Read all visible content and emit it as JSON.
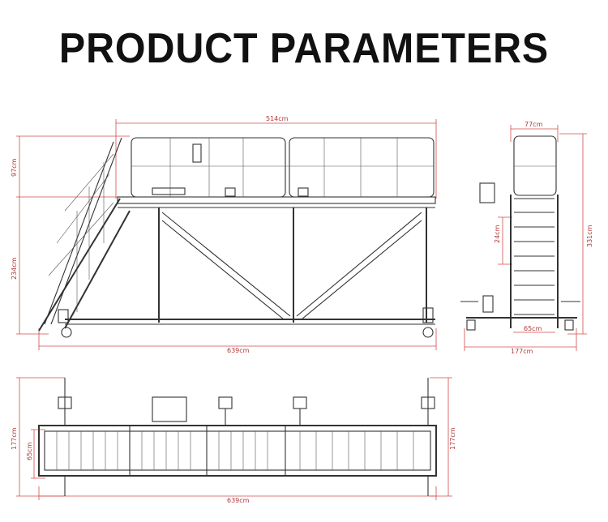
{
  "title": "PRODUCT PARAMETERS",
  "dimensions": {
    "side_platform_length": "514cm",
    "side_total_length": "639cm",
    "side_railing_height": "97cm",
    "side_platform_height": "234cm",
    "end_platform_width": "77cm",
    "end_total_height": "331cm",
    "end_step_spacing": "24cm",
    "end_stair_width": "65cm",
    "end_base_width": "177cm",
    "top_width_left": "177cm",
    "top_width_right": "177cm",
    "top_stair_width": "65cm",
    "top_total_length": "639cm"
  }
}
